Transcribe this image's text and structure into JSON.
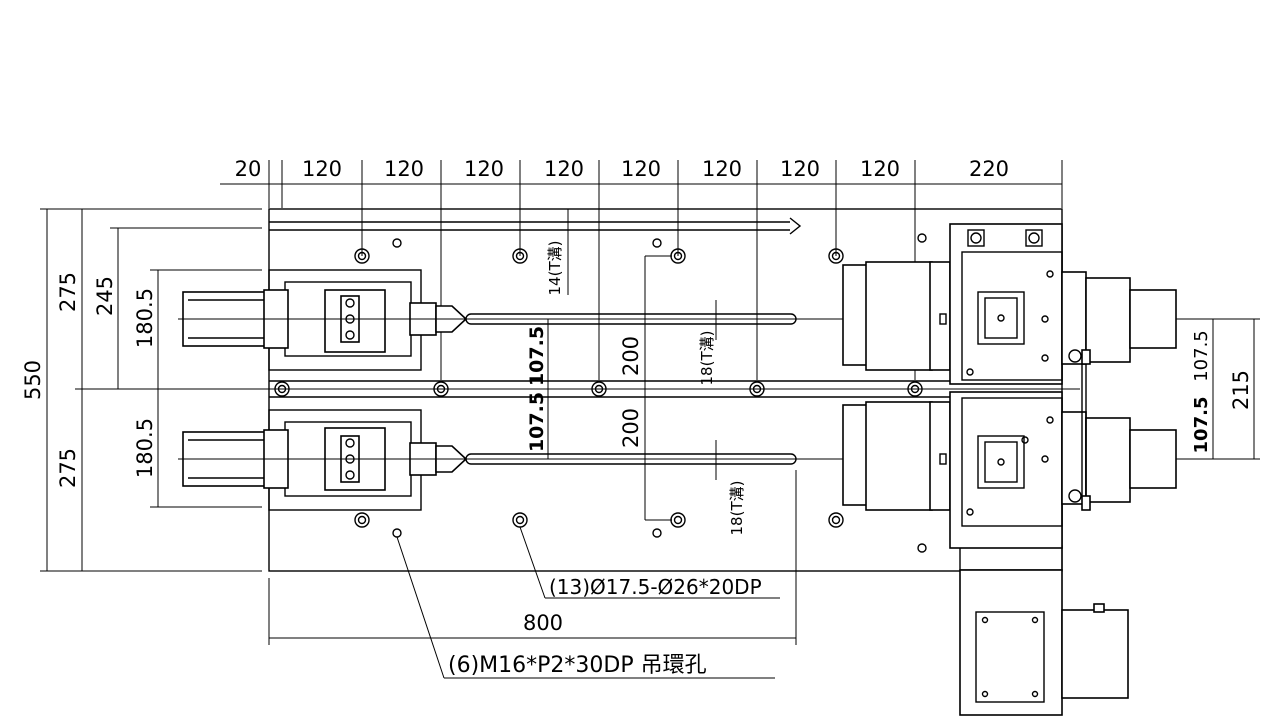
{
  "top_dimensions": [
    "20",
    "120",
    "120",
    "120",
    "120",
    "120",
    "120",
    "120",
    "120",
    "220"
  ],
  "left_dimensions": {
    "overall": "550",
    "upper_half": "275",
    "lower_half": "275",
    "upper_inner": "245",
    "upper_center": "180.5",
    "lower_center": "180.5"
  },
  "center_dimensions": {
    "upper_107": "107.5",
    "lower_107": "107.5",
    "upper_200": "200",
    "lower_200": "200"
  },
  "right_dimensions": {
    "upper_107": "107.5",
    "lower_107": "107.5",
    "span": "215"
  },
  "slot_labels": {
    "upper_left": "14(T溝)",
    "upper_right": "18(T溝)",
    "lower_right": "18(T溝)"
  },
  "bottom_dimension": "800",
  "notes": {
    "counterbore": "(13)Ø17.5-Ø26*20DP",
    "lift_holes": "(6)M16*P2*30DP 吊環孔"
  }
}
